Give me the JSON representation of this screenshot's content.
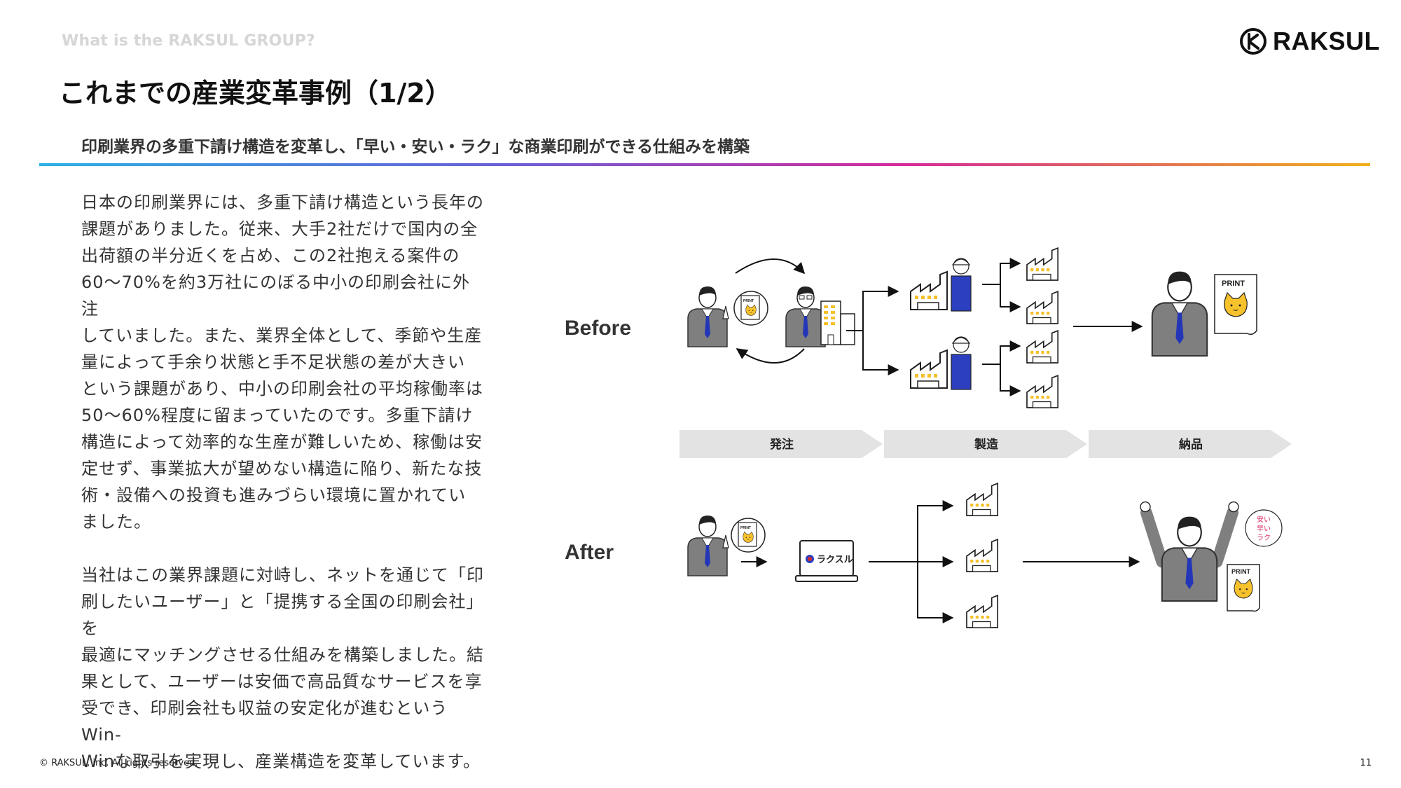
{
  "header": {
    "section_label": "What is the RAKSUL GROUP?",
    "logo_text": "RAKSUL",
    "title": "これまでの産業変革事例（1/2）",
    "subtitle": "印刷業界の多重下請け構造を変革し、「早い・安い・ラク」な商業印刷ができる仕組みを構築"
  },
  "body": {
    "paragraph1_lines": [
      "日本の印刷業界には、多重下請け構造という長年の",
      "課題がありました。従来、大手2社だけで国内の全",
      "出荷額の半分近くを占め、この2社抱える案件の",
      "60〜70%を約3万社にのぼる中小の印刷会社に外注",
      "していました。また、業界全体として、季節や生産",
      "量によって手余り状態と手不足状態の差が大きい",
      "という課題があり、中小の印刷会社の平均稼働率は",
      "50〜60%程度に留まっていたのです。多重下請け",
      "構造によって効率的な生産が難しいため、稼働は安",
      "定せず、事業拡大が望めない構造に陥り、新たな技",
      "術・設備への投資も進みづらい環境に置かれてい",
      "ました。"
    ],
    "paragraph2_lines": [
      "当社はこの業界課題に対峙し、ネットを通じて「印",
      "刷したいユーザー」と「提携する全国の印刷会社」を",
      "最適にマッチングさせる仕組みを構築しました。結",
      "果として、ユーザーは安価で高品質なサービスを享",
      "受でき、印刷会社も収益の安定化が進むというWin-",
      "Winな取引を実現し、産業構造を変革しています。"
    ]
  },
  "diagram": {
    "before_label": "Before",
    "after_label": "After",
    "steps": [
      "発注",
      "製造",
      "納品"
    ],
    "print_label": "PRINT",
    "service_logo_text": "ラクスル",
    "speech_bubble_lines": [
      "安い",
      "早い",
      "ラク"
    ]
  },
  "colors": {
    "accent_gradient": [
      "#2bb1e4",
      "#6a5fd8",
      "#d52a9a",
      "#f1b01a"
    ],
    "suit": "#7f7f7f",
    "tie": "#2436b8",
    "factory_window": "#f5c02a",
    "cat": "#f7c22c",
    "bubble_text": "#d4306b"
  },
  "footer": {
    "copyright": "© RAKSUL, inc. All rights reserved.",
    "page_number": "11"
  }
}
